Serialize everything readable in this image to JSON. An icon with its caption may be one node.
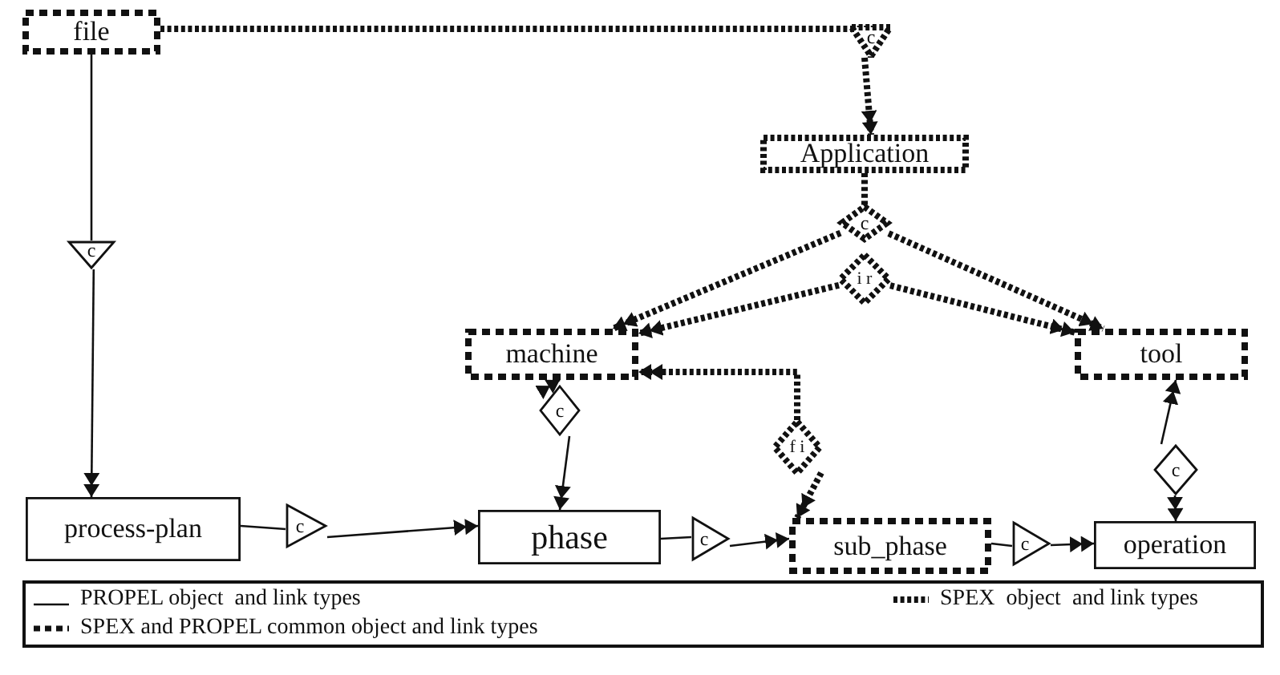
{
  "diagram": {
    "nodes": [
      {
        "text": [
          "file"
        ]
      },
      {
        "text": [
          "Application"
        ]
      },
      {
        "text": [
          "machine"
        ]
      },
      {
        "text": [
          "tool"
        ]
      },
      {
        "text": [
          "process-plan"
        ]
      },
      {
        "text": [
          "phase"
        ]
      },
      {
        "text": [
          "sub_phase"
        ]
      },
      {
        "text": [
          "operation"
        ]
      },
      {
        "text": [
          "c"
        ]
      },
      {
        "text": [
          "c"
        ]
      },
      {
        "text": [
          "c"
        ]
      },
      {
        "text": [
          "i r"
        ]
      },
      {
        "text": [
          "f i"
        ]
      },
      {
        "text": [
          "c"
        ]
      },
      {
        "text": [
          "c"
        ]
      },
      {
        "text": [
          "c"
        ]
      },
      {
        "text": [
          "c"
        ]
      },
      {
        "text": [
          "c"
        ]
      }
    ],
    "edges": [
      {
        "from": 0,
        "to": 9,
        "arrow": "none",
        "style": "dashed"
      },
      {
        "from": 9,
        "to": 1,
        "arrow": "to",
        "style": "dashed"
      },
      {
        "from": 1,
        "to": 10,
        "arrow": "none",
        "style": "dashed"
      },
      {
        "from": 10,
        "to": 2,
        "arrow": "to",
        "style": "dashed"
      },
      {
        "from": 10,
        "to": 3,
        "arrow": "to",
        "style": "dashed"
      },
      {
        "from": 11,
        "to": 2,
        "arrow": "to",
        "style": "dashed"
      },
      {
        "from": 11,
        "to": 3,
        "arrow": "to",
        "style": "dashed"
      },
      {
        "from": 12,
        "to": 2,
        "arrow": "to",
        "style": "dashed"
      },
      {
        "from": 12,
        "to": 6,
        "arrow": "to",
        "style": "dashed"
      },
      {
        "from": 0,
        "to": 8,
        "arrow": "none"
      },
      {
        "from": 8,
        "to": 4,
        "arrow": "to"
      },
      {
        "from": 4,
        "to": 15,
        "arrow": "none"
      },
      {
        "from": 15,
        "to": 5,
        "arrow": "to"
      },
      {
        "from": 5,
        "to": 16,
        "arrow": "none"
      },
      {
        "from": 16,
        "to": 6,
        "arrow": "to"
      },
      {
        "from": 6,
        "to": 17,
        "arrow": "none"
      },
      {
        "from": 17,
        "to": 7,
        "arrow": "to"
      },
      {
        "from": 13,
        "to": 2,
        "arrow": "to"
      },
      {
        "from": 13,
        "to": 5,
        "arrow": "to"
      },
      {
        "from": 14,
        "to": 3,
        "arrow": "to"
      },
      {
        "from": 14,
        "to": 7,
        "arrow": "to"
      }
    ],
    "legend": [
      {
        "text": "PROPEL object  and link types"
      },
      {
        "text": "SPEX  object  and link types"
      },
      {
        "text": "SPEX and PROPEL common object and link types"
      }
    ]
  }
}
